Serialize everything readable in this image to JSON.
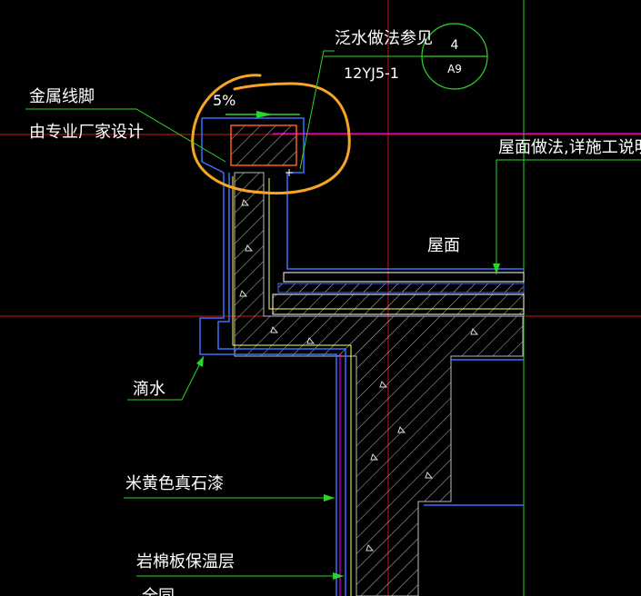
{
  "drawing": {
    "labels": {
      "metal_baseboard": "金属线脚",
      "designed_by_manufacturer": "由专业厂家设计",
      "slope": "5%",
      "flashing_reference": "泛水做法参见",
      "atlas_code": "12YJ5-1",
      "roof_practice": "屋面做法,详施工说明",
      "roof": "屋面",
      "drip": "滴水",
      "stone_paint": "米黄色真石漆",
      "rockwool_insulation": "岩棉板保温层",
      "partial_bottom_text": "全同"
    },
    "detail_callout": {
      "number": "4",
      "sheet": "A9"
    },
    "colors": {
      "background": "#000000",
      "text": "#ffffff",
      "leader": "#2bd62b",
      "wall_outline": "#3a6fff",
      "finish_line": "#ffff55",
      "magenta_line": "#ff00ff",
      "grid_red": "#d01818",
      "highlight_circle": "#f5a623",
      "roof_surface": "#ffffff",
      "concrete_hatch": "#c8c8c8"
    }
  }
}
